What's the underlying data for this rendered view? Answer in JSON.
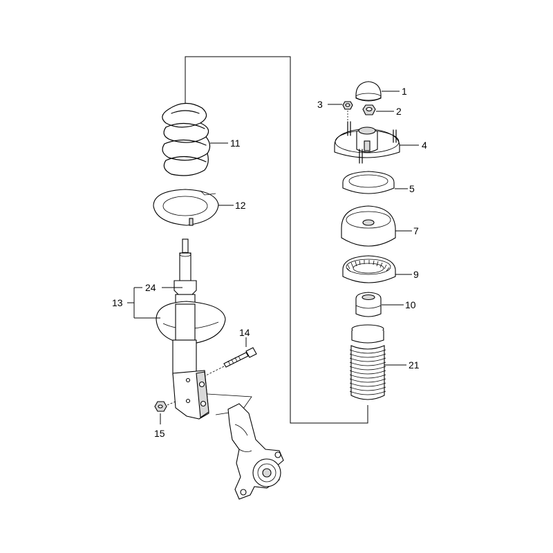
{
  "callouts": {
    "p1": "1",
    "p2": "2",
    "p3": "3",
    "p4": "4",
    "p5": "5",
    "p7": "7",
    "p9": "9",
    "p10": "10",
    "p11": "11",
    "p12": "12",
    "p13": "13",
    "p14": "14",
    "p15": "15",
    "p21": "21",
    "p24": "24"
  }
}
